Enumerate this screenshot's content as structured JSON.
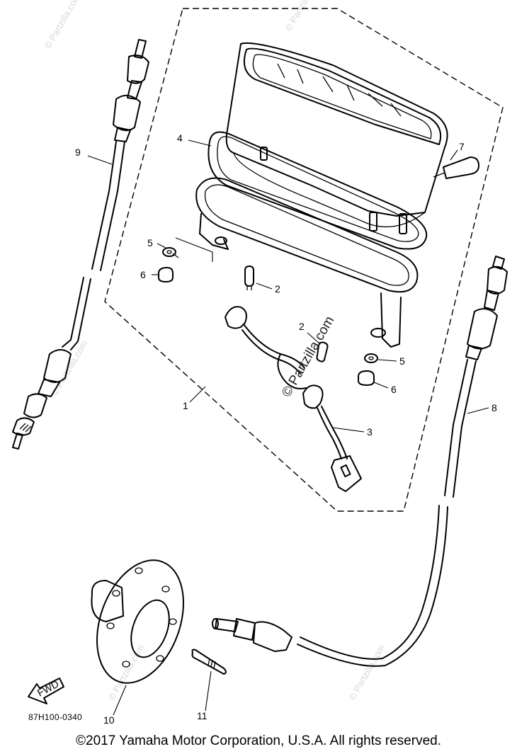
{
  "diagram": {
    "callouts": {
      "c1": "1",
      "c2a": "2",
      "c2b": "2",
      "c3": "3",
      "c4": "4",
      "c5a": "5",
      "c5b": "5",
      "c6a": "6",
      "c6b": "6",
      "c7": "7",
      "c8": "8",
      "c9": "9",
      "c10": "10",
      "c11": "11"
    },
    "fwd_label": "FWD",
    "watermark_main": "© Partzilla.com",
    "watermark_faint": "© Partzilla.com",
    "diagram_code": "87H100-0340",
    "copyright": "©2017  Yamaha Motor Corporation, U.S.A. All rights reserved."
  }
}
